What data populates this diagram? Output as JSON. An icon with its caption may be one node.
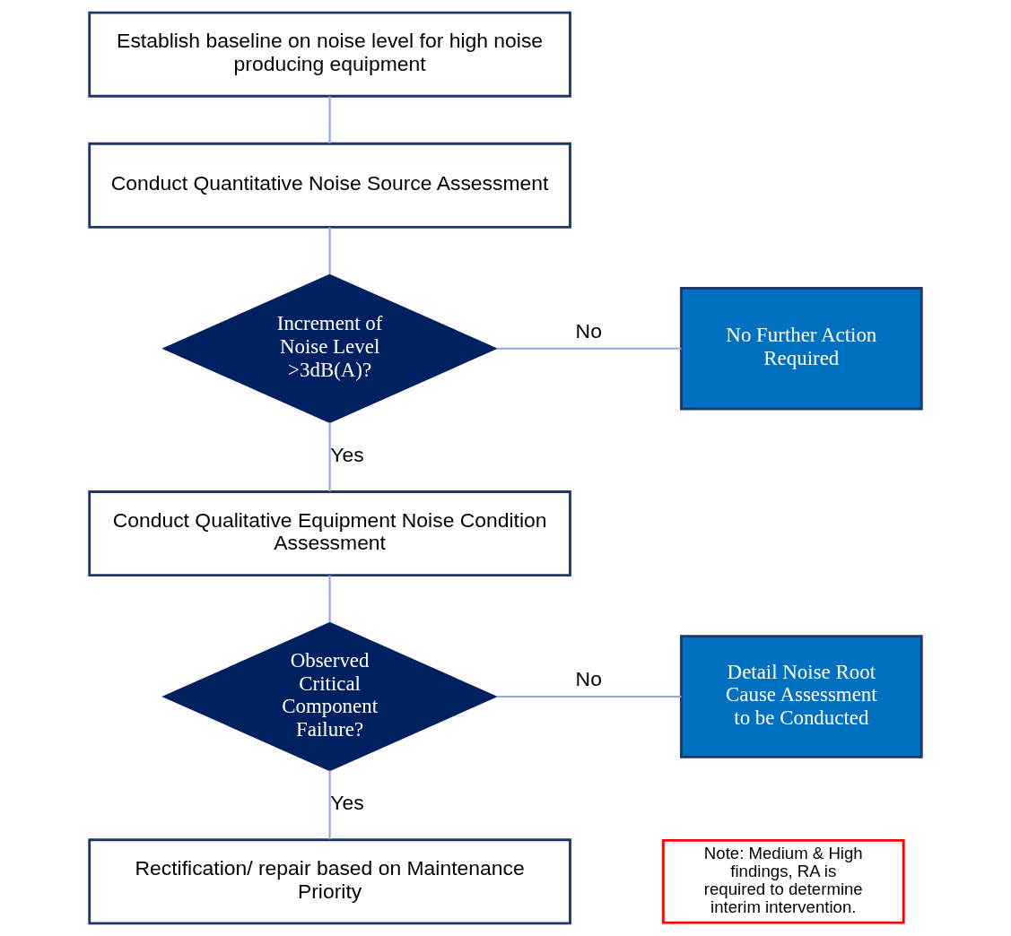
{
  "diagram": {
    "nodes": [
      {
        "text": [
          "Establish baseline on noise level for high noise producing equipment"
        ]
      },
      {
        "text": [
          "Conduct Quantitative Noise Source Assessment"
        ]
      },
      {
        "text": [
          "Increment of Noise Level >3dB(A)?"
        ]
      },
      {
        "text": [
          "No Further Action Required"
        ]
      },
      {
        "text": [
          "Conduct Qualitative Equipment Noise Condition Assessment"
        ]
      },
      {
        "text": [
          "Observed Critical Component Failure?"
        ]
      },
      {
        "text": [
          "Detail Noise Root Cause Assessment to be Conducted"
        ]
      },
      {
        "text": [
          "Rectification/ repair based on Maintenance Priority"
        ]
      },
      {
        "text": [
          "Note: Medium & High findings, RA is required to determine interim intervention."
        ]
      }
    ],
    "edges": [
      {
        "from": 0,
        "to": 1,
        "arrow": "none"
      },
      {
        "from": 1,
        "to": 2,
        "arrow": "none"
      },
      {
        "from": 2,
        "to": 3,
        "label": "No",
        "arrow": "none"
      },
      {
        "from": 2,
        "to": 4,
        "label": "Yes",
        "arrow": "none"
      },
      {
        "from": 4,
        "to": 5,
        "arrow": "none"
      },
      {
        "from": 5,
        "to": 6,
        "label": "No",
        "arrow": "none"
      },
      {
        "from": 5,
        "to": 7,
        "label": "Yes",
        "arrow": "none"
      }
    ]
  }
}
